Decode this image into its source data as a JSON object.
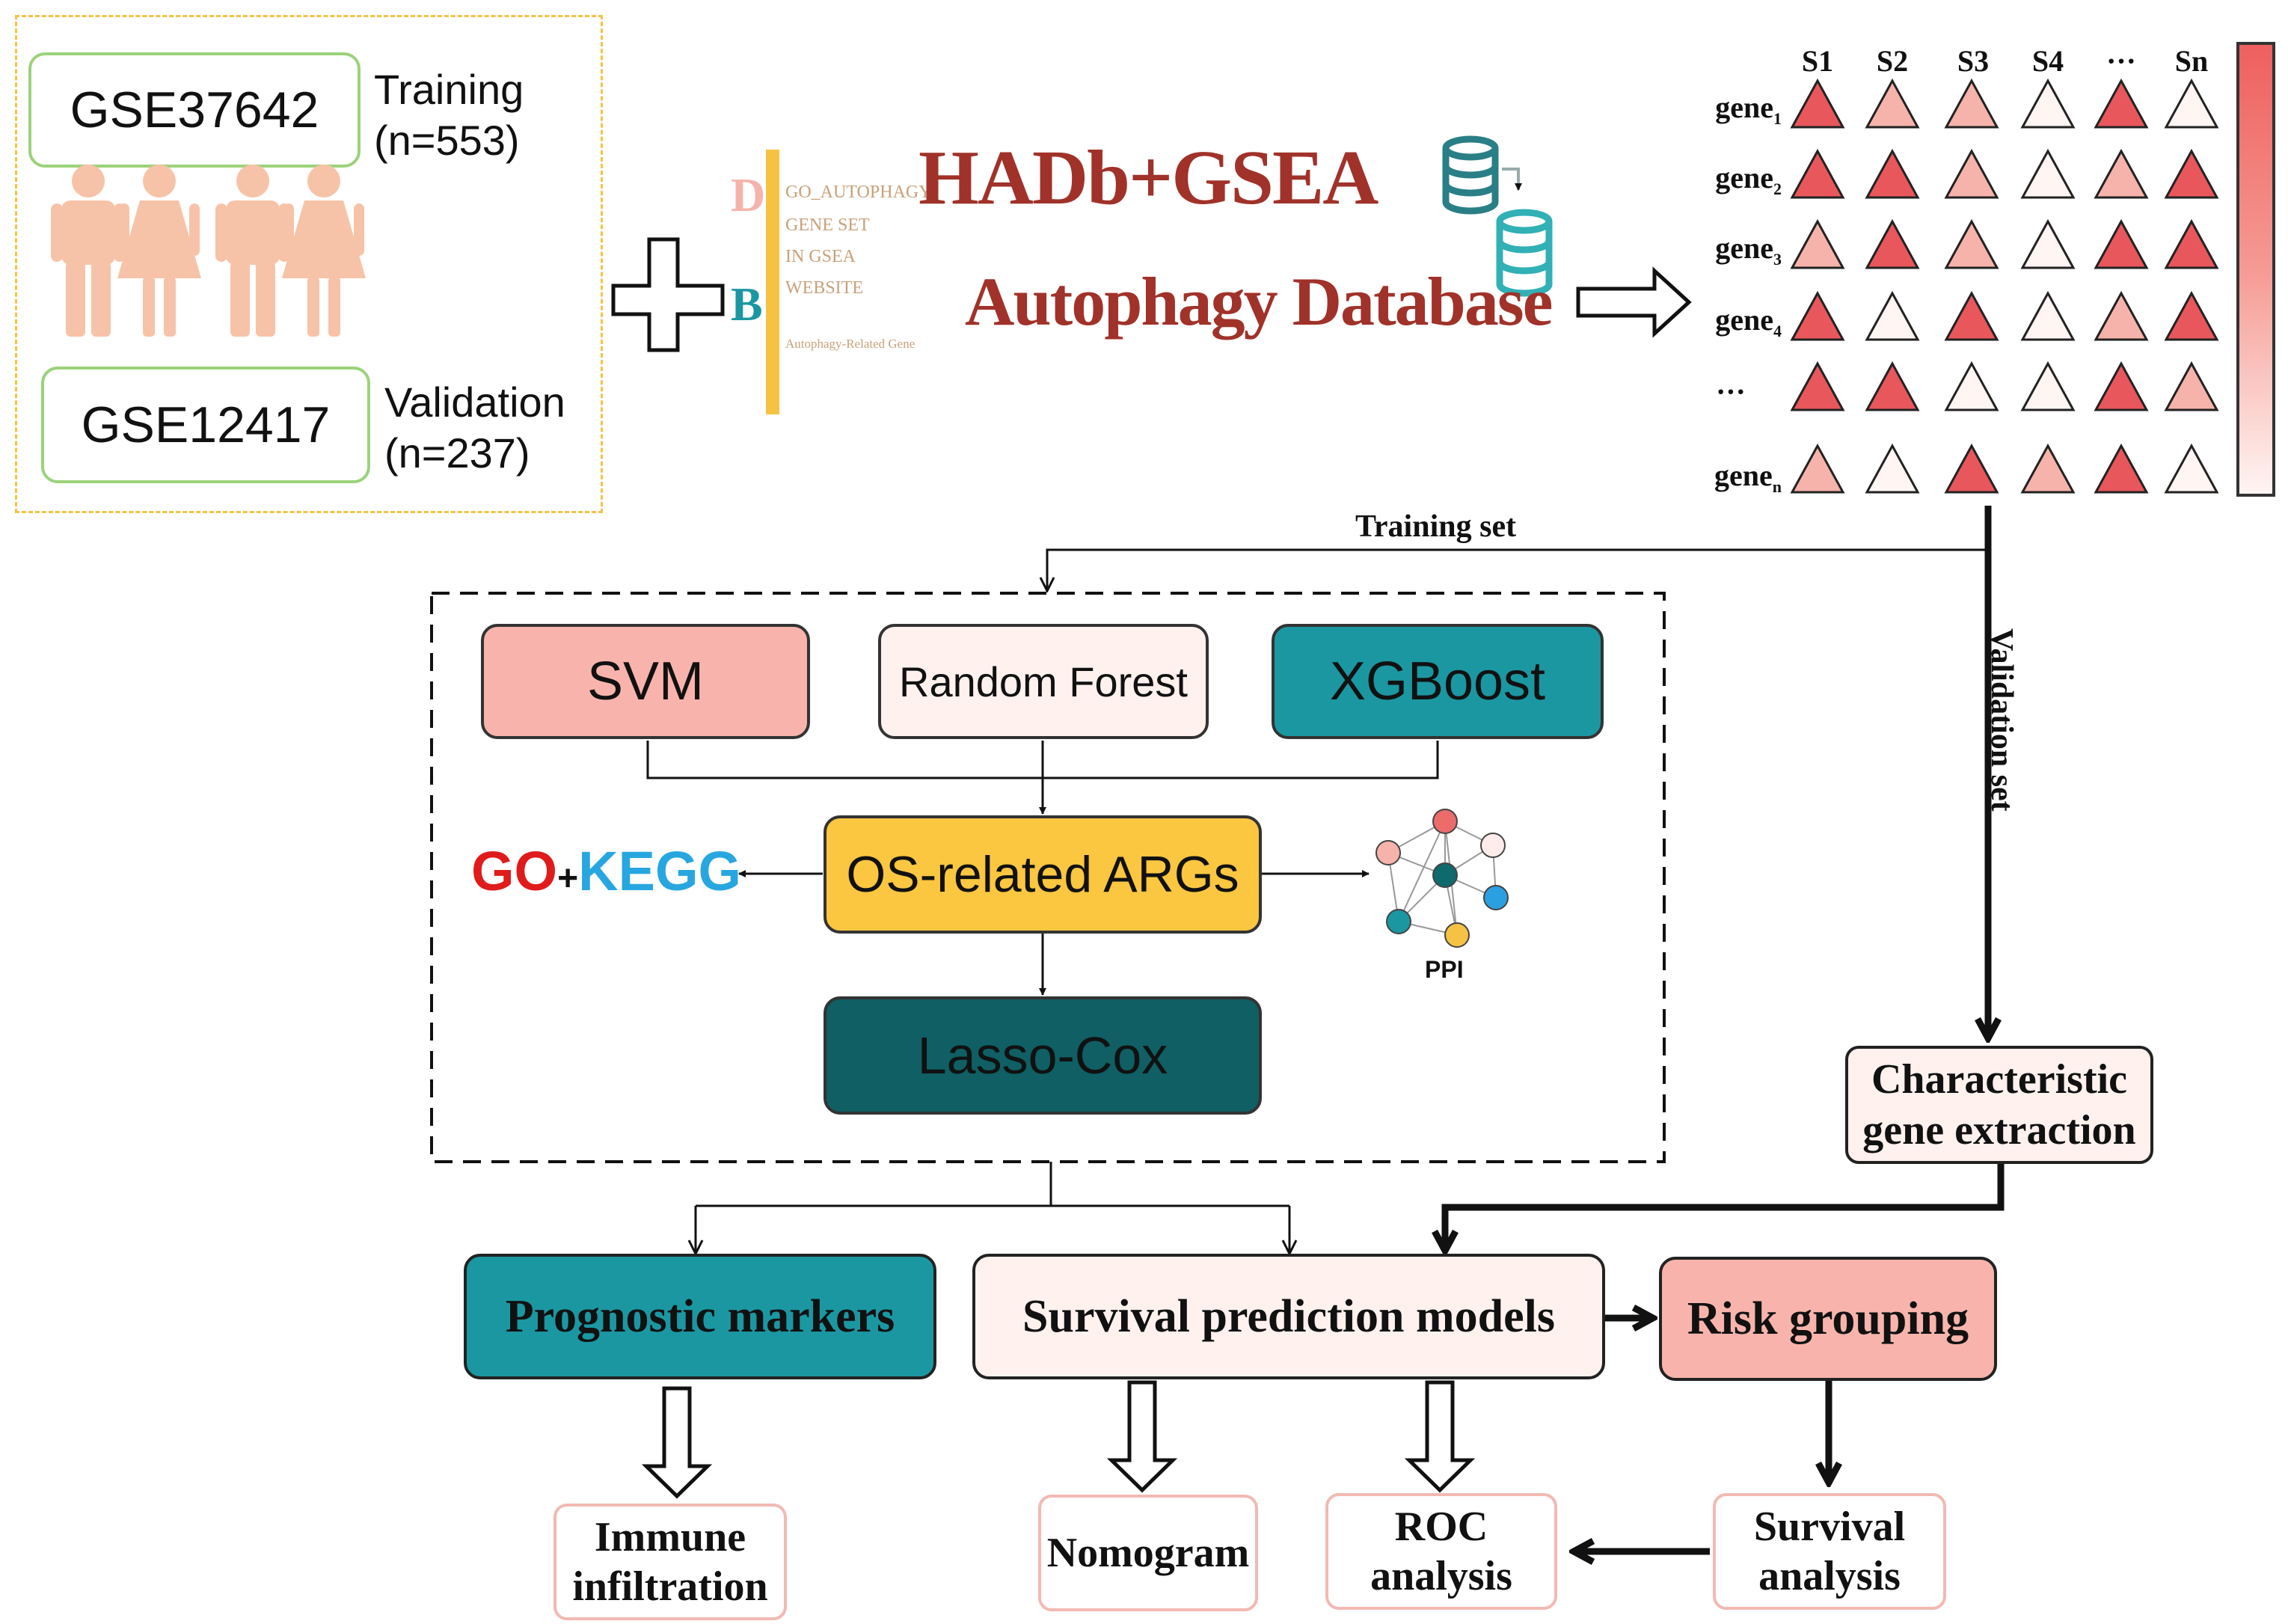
{
  "datasets": {
    "training": {
      "id": "GSE37642",
      "role": "Training",
      "n": "(n=553)"
    },
    "validation": {
      "id": "GSE12417",
      "role": "Validation",
      "n": "(n=237)"
    }
  },
  "database": {
    "letter_d": "D",
    "letter_b": "B",
    "lines": [
      "GO_AUTOPHAGY",
      "GENE SET",
      "IN GSEA",
      "WEBSITE"
    ],
    "subtitle": "Autophagy-Related Gene",
    "title": "HADb+GSEA",
    "name": "Autophagy Database"
  },
  "heatmap": {
    "samples": [
      "S1",
      "S2",
      "S3",
      "S4",
      "···",
      "Sn"
    ],
    "genes": [
      {
        "base": "gene",
        "sub": "1"
      },
      {
        "base": "gene",
        "sub": "2"
      },
      {
        "base": "gene",
        "sub": "3"
      },
      {
        "base": "gene",
        "sub": "4"
      },
      {
        "base": "···",
        "sub": ""
      },
      {
        "base": "gene",
        "sub": "n"
      }
    ],
    "intensity": [
      [
        3,
        1,
        1,
        0,
        3,
        0
      ],
      [
        3,
        3,
        1,
        0,
        1,
        3
      ],
      [
        1,
        3,
        1,
        0,
        3,
        3
      ],
      [
        3,
        0,
        3,
        0,
        1,
        3
      ],
      [
        3,
        3,
        0,
        0,
        3,
        1
      ],
      [
        1,
        0,
        3,
        1,
        3,
        0
      ]
    ],
    "colors": [
      "#fff5f3",
      "#f6b3ab",
      "#ef8b80",
      "#e8575c"
    ]
  },
  "flow": {
    "training_set": "Training set",
    "validation_set": "Validation set"
  },
  "models": {
    "svm": "SVM",
    "rf": "Random Forest",
    "xgb": "XGBoost",
    "os": "OS-related ARGs",
    "lasso": "Lasso-Cox",
    "go": "GO",
    "plus": "+",
    "kegg": "KEGG",
    "ppi": "PPI"
  },
  "bottom": {
    "characteristic": [
      "Characteristic",
      "gene extraction"
    ],
    "prognostic": "Prognostic markers",
    "survival_models": "Survival prediction models",
    "risk": "Risk grouping",
    "immune": [
      "Immune",
      "infiltration"
    ],
    "nomogram": "Nomogram",
    "roc": [
      "ROC",
      "analysis"
    ],
    "survival_analysis": [
      "Survival",
      "analysis"
    ]
  },
  "colors": {
    "pink": "#f8b4ac",
    "pale_pink": "#fff1ee",
    "teal": "#1b97a2",
    "dark_teal": "#0f5f64",
    "yellow": "#fbc640",
    "go_red": "#e01b1b",
    "kegg_blue": "#27a6e0",
    "dashed_yellow": "#f5c243",
    "person": "#f7c3a8"
  }
}
